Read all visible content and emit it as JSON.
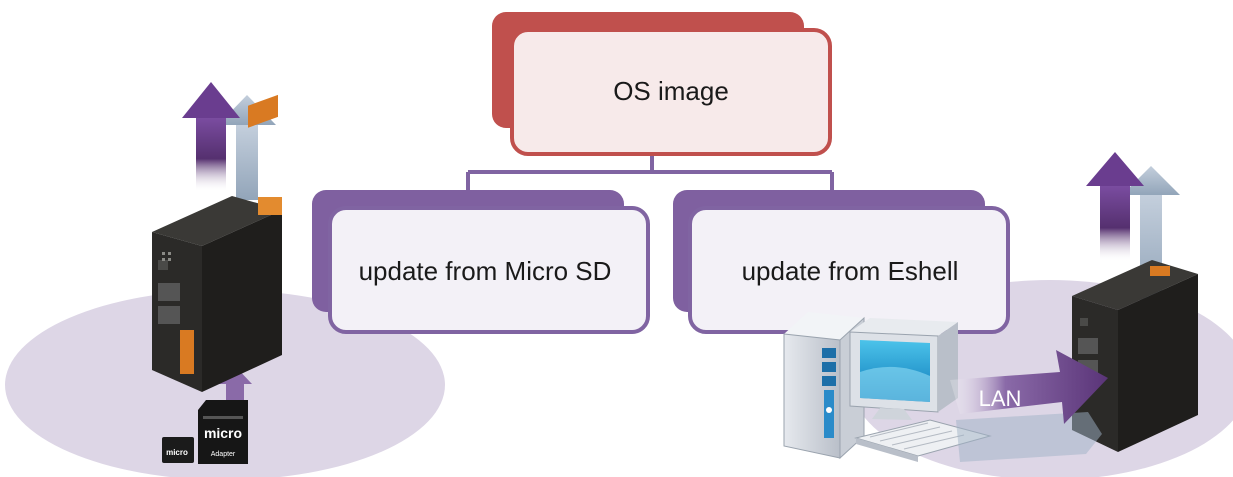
{
  "diagram": {
    "root": {
      "label": "OS image"
    },
    "left_branch": {
      "label": "update from Micro SD"
    },
    "right_branch": {
      "label": "update from Eshell"
    },
    "lan_arrow": {
      "label": "LAN"
    },
    "sd_card": {
      "micro_label": "micro",
      "adapter_label": "Adapter",
      "brand": "micro"
    }
  },
  "colors": {
    "root_back": "#c0504d",
    "root_front_fill": "#f7eaea",
    "branch_back": "#7f60a0",
    "branch_front_fill": "#f3f1f7",
    "connector": "#8064a2",
    "ellipse": "#ddd6e6",
    "arrow_purple": "#6a3d8f",
    "arrow_steel": "#9fb1c6",
    "device_body": "#2b2a28",
    "terminal_orange": "#d97a22"
  },
  "icons": [
    "industrial-controller-icon",
    "micro-sd-card-icon",
    "desktop-computer-icon",
    "up-arrow-icon",
    "lan-arrow-icon"
  ]
}
